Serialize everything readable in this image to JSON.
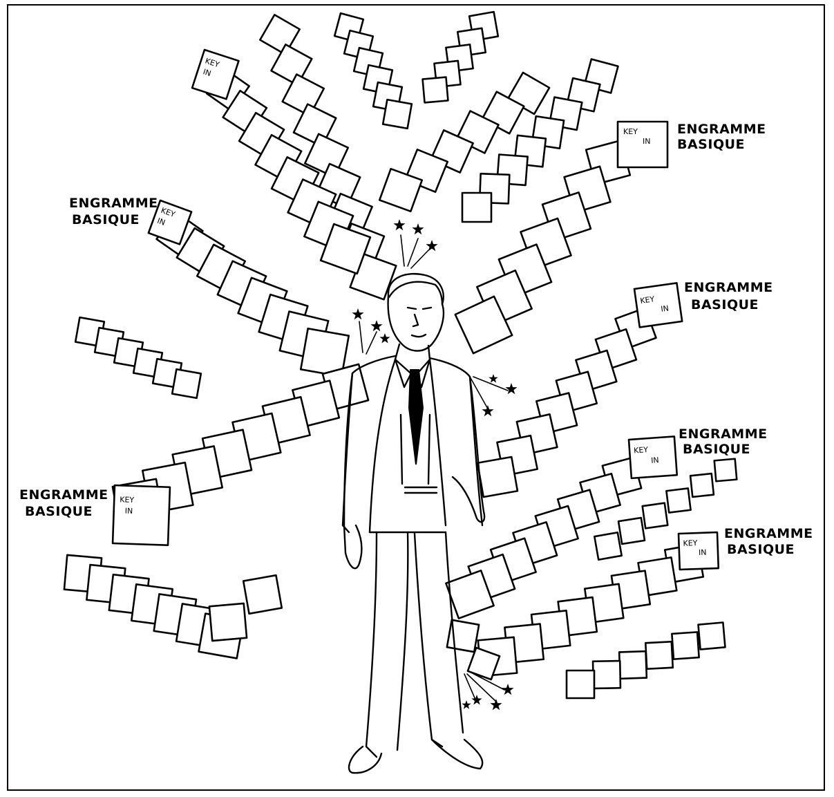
{
  "labels": {
    "engram_line1": "ENGRAMME",
    "engram_line2": "BASIQUE",
    "key_in_line1": "KEY",
    "key_in_line2": "IN"
  },
  "colors": {
    "ink": "#000000",
    "paper": "#ffffff"
  }
}
